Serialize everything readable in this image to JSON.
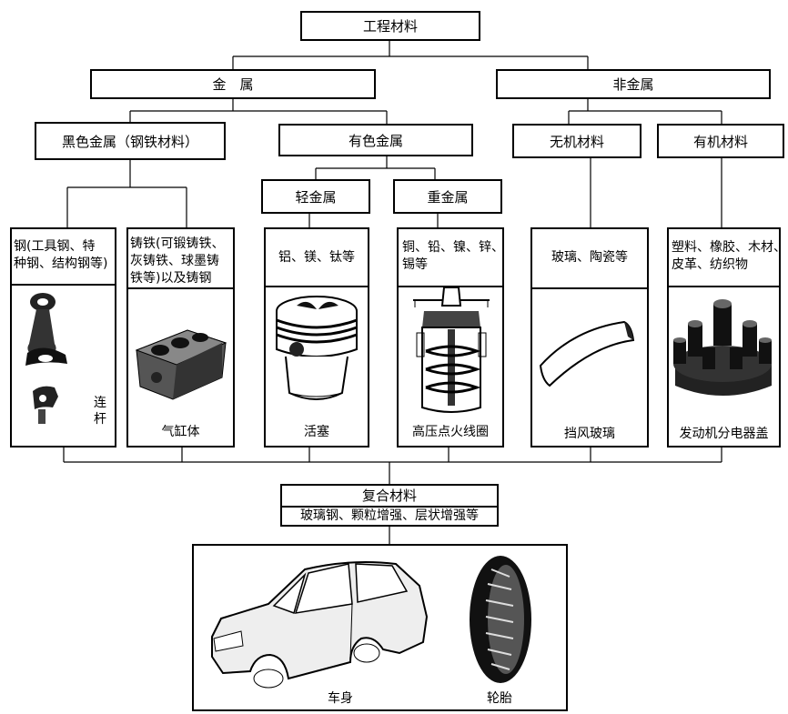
{
  "root": "工程材料",
  "metal": "金　属",
  "nonmetal": "非金属",
  "ferrous": "黑色金属（钢铁材料）",
  "nonferrous": "有色金属",
  "inorganic": "无机材料",
  "organic": "有机材料",
  "light_metal": "轻金属",
  "heavy_metal": "重金属",
  "panels": {
    "steel": {
      "text": [
        "钢(工具钢、特",
        "种钢、结构钢等)"
      ],
      "caption": [
        "连",
        "杆"
      ]
    },
    "iron": {
      "text": [
        "铸铁(可锻铸铁、",
        "灰铸铁、球墨铸",
        "铁等)以及铸钢"
      ],
      "caption": "气缸体"
    },
    "light": {
      "text": "铝、镁、钛等",
      "caption": "活塞"
    },
    "heavy": {
      "text": [
        "铜、铅、镍、锌、",
        "锡等"
      ],
      "caption": "高压点火线圈"
    },
    "glass": {
      "text": "玻璃、陶瓷等",
      "caption": "挡风玻璃"
    },
    "plastic": {
      "text": [
        "塑料、橡胶、木材、",
        "皮革、纺织物"
      ],
      "caption": "发动机分电器盖"
    }
  },
  "composite": {
    "title": "复合材料",
    "examples": "玻璃钢、颗粒增强、层状增强等"
  },
  "composite_items": {
    "body": "车身",
    "tire": "轮胎"
  }
}
